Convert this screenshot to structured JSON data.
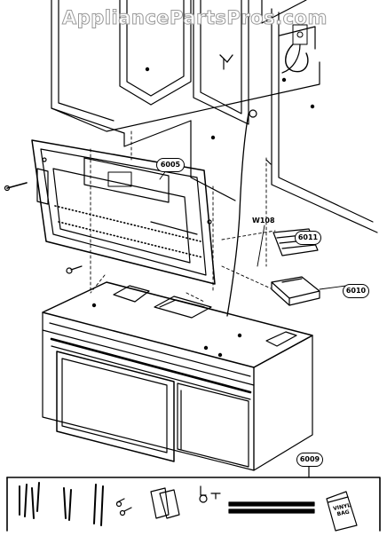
{
  "watermark": "AppliancePartsPros.com",
  "parts": {
    "p6005": "6005",
    "w108": "W108",
    "p6011": "6011",
    "p6010": "6010",
    "p6009": "6009"
  },
  "kit": {
    "bag_label": "VINYL BAG"
  }
}
